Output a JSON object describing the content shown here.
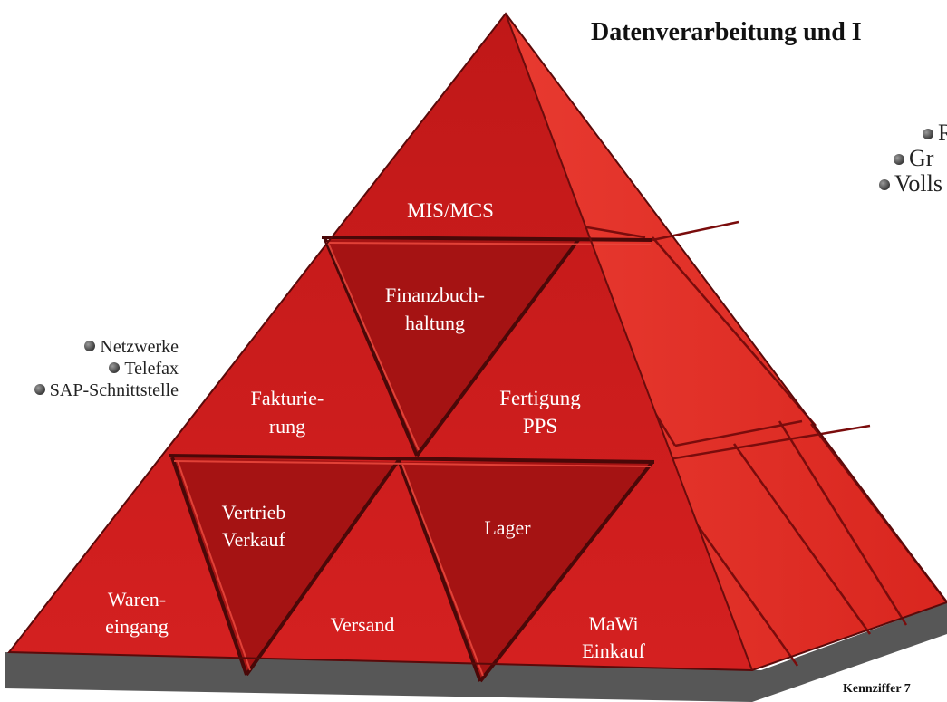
{
  "title": "Datenverarbeitung und I",
  "left_bullets": [
    "Netzwerke",
    "Telefax",
    "SAP-Schnittstelle"
  ],
  "right_bullets": [
    "R",
    "Gr",
    "Volls"
  ],
  "footer": "Kennziffer 7",
  "pyramid": {
    "apex": "MIS/MCS",
    "finanz_line1": "Finanzbuch-",
    "finanz_line2": "haltung",
    "faktur_line1": "Fakturie-",
    "faktur_line2": "rung",
    "fertig_line1": "Fertigung",
    "fertig_line2": "PPS",
    "vertrieb_line1": "Vertrieb",
    "vertrieb_line2": "Verkauf",
    "lager": "Lager",
    "waren_line1": "Waren-",
    "waren_line2": "eingang",
    "versand": "Versand",
    "mawi_line1": "MaWi",
    "mawi_line2": "Einkauf"
  },
  "colors": {
    "face_front": "#c81a1a",
    "face_dark": "#a81414",
    "face_side": "#e2312a",
    "face_side_light": "#ee4a3a",
    "edge": "#4a0808",
    "shadow": "#3e3e3e"
  }
}
